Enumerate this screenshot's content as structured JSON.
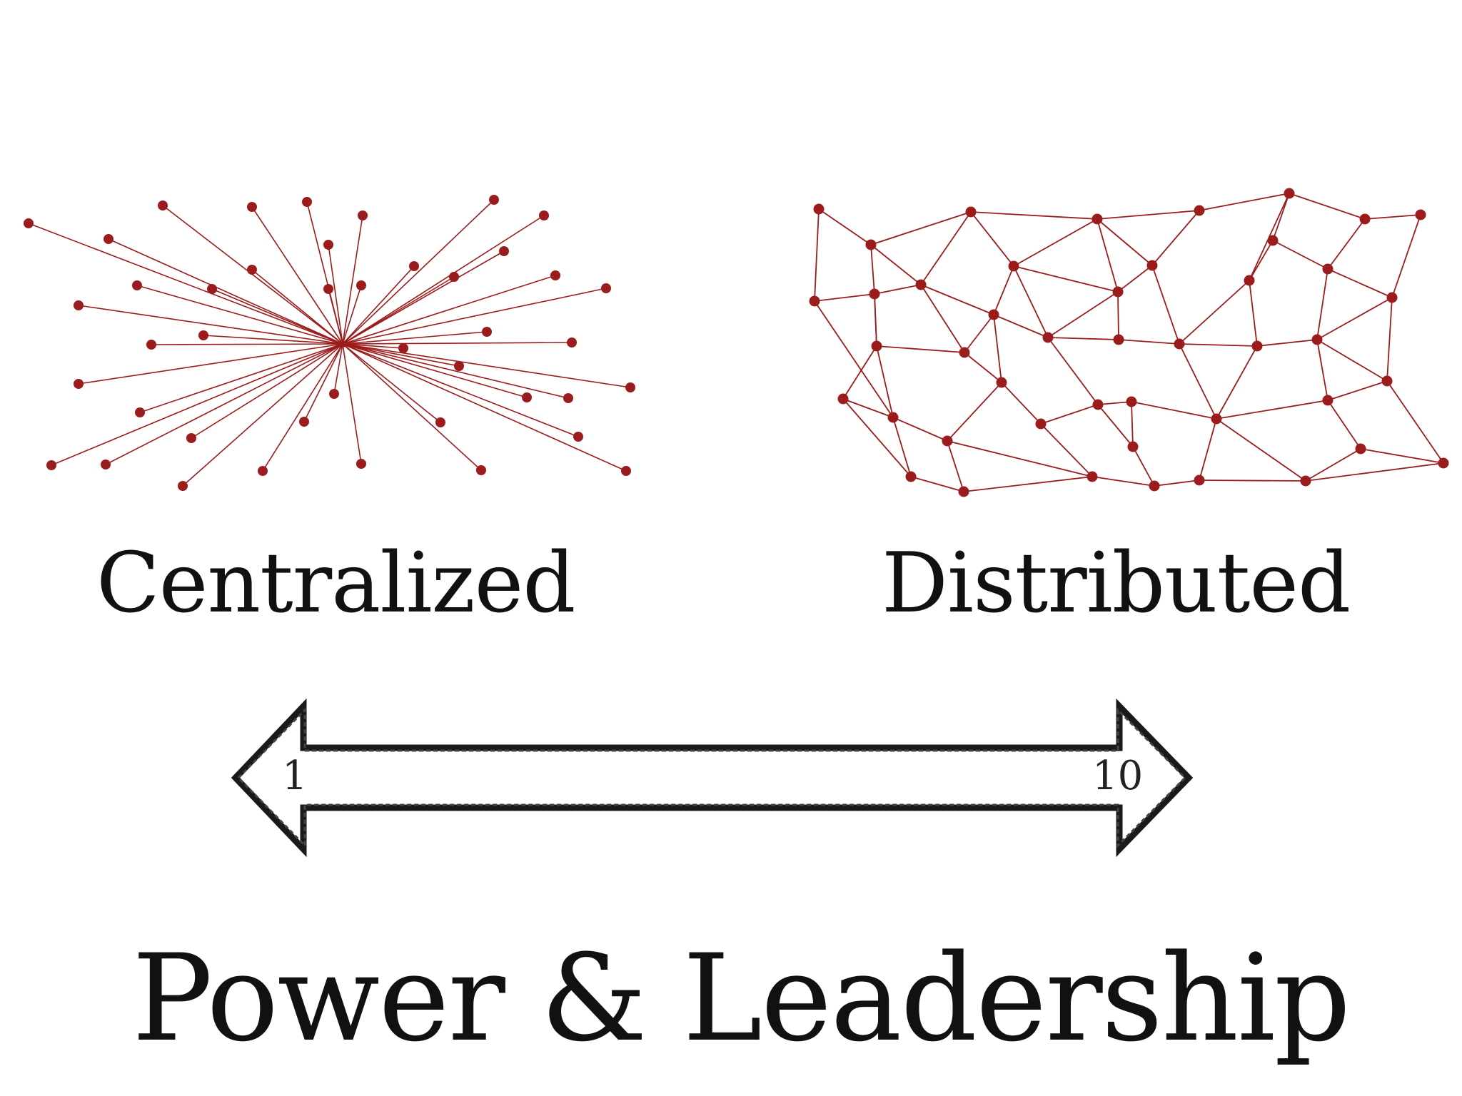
{
  "labels": {
    "centralized": "Centralized",
    "distributed": "Distributed",
    "title": "Power & Leadership"
  },
  "scale": {
    "min": "1",
    "max": "10"
  },
  "colors": {
    "network": "#9b1c1c",
    "text": "#111111",
    "arrow_stroke": "#1a1a1a",
    "background": "#ffffff"
  }
}
